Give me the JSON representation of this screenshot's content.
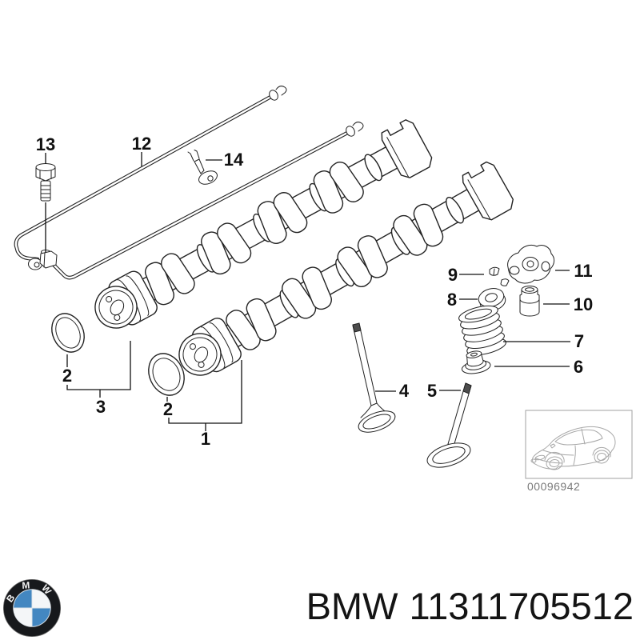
{
  "page": {
    "background": "#ffffff"
  },
  "diagram": {
    "callouts": {
      "p1": "1",
      "p2": "2",
      "p3": "3",
      "p4": "4",
      "p5": "5",
      "p6": "6",
      "p7": "7",
      "p8": "8",
      "p9": "9",
      "p10": "10",
      "p11": "11",
      "p12": "12",
      "p13": "13",
      "p14": "14"
    },
    "thumbnail_code": "00096942",
    "line_color": "#222222",
    "thumb_line_color": "#a8a8a8",
    "thumb_text_color": "#7a7a7a"
  },
  "footer": {
    "brand": "BMW",
    "part_number": "11311705512",
    "logo_letters": "BMW",
    "text_color": "#141414",
    "logo_blue": "#4387c1",
    "logo_black": "#17191c",
    "logo_white": "#f4f6f8"
  }
}
